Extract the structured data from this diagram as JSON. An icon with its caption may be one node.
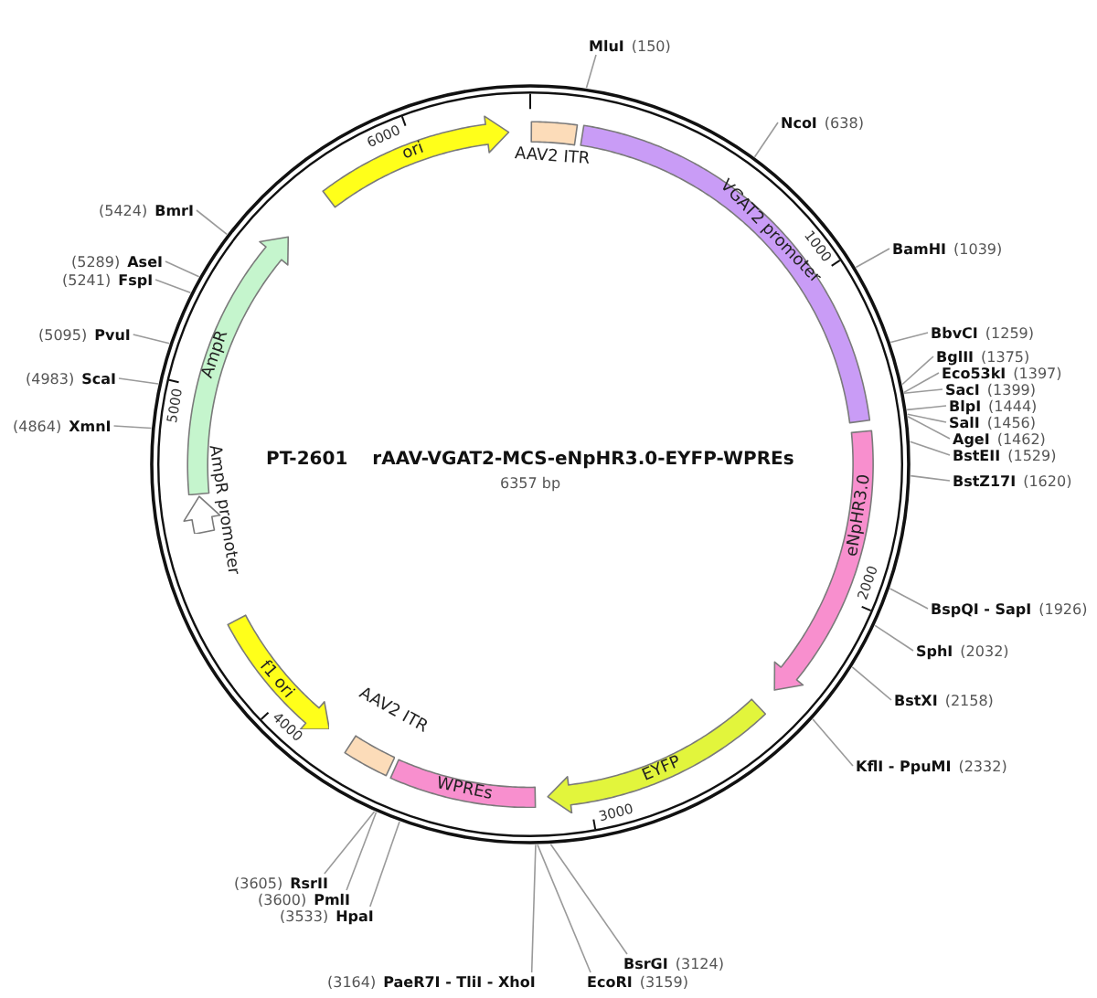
{
  "diagram": {
    "title": "PT-2601 rAAV-VGAT2-MCS-eNpHR3.0-EYFP-WPREs",
    "nodes": [
      {
        "text": [],
        "shape": "circle"
      },
      {
        "text": [
          "AAV2 ITR"
        ],
        "in": 0
      },
      {
        "text": [
          "VGAT2 promoter"
        ],
        "in": 0
      },
      {
        "text": [
          "eNpHR3.0"
        ],
        "in": 0
      },
      {
        "text": [
          "EYFP"
        ],
        "in": 0
      },
      {
        "text": [
          "WPREs"
        ],
        "in": 0
      },
      {
        "text": [
          "AAV2 ITR"
        ],
        "in": 0
      },
      {
        "text": [
          "f1 ori"
        ],
        "in": 0
      },
      {
        "text": [
          "AmpR promoter"
        ],
        "in": 0
      },
      {
        "text": [
          "AmpR"
        ],
        "in": 0
      },
      {
        "text": [
          "ori"
        ],
        "in": 0
      },
      {
        "text": [
          "MluI",
          "(150)"
        ]
      },
      {
        "text": [
          "NcoI",
          "(638)"
        ]
      },
      {
        "text": [
          "BamHI",
          "(1039)"
        ]
      },
      {
        "text": [
          "BbvCI",
          "(1259)"
        ]
      },
      {
        "text": [
          "BglII",
          "(1375)"
        ]
      },
      {
        "text": [
          "Eco53kI",
          "(1397)"
        ]
      },
      {
        "text": [
          "SacI",
          "(1399)"
        ]
      },
      {
        "text": [
          "BlpI",
          "(1444)"
        ]
      },
      {
        "text": [
          "SalI",
          "(1456)"
        ]
      },
      {
        "text": [
          "AgeI",
          "(1462)"
        ]
      },
      {
        "text": [
          "BstEII",
          "(1529)"
        ]
      },
      {
        "text": [
          "BstZ17I",
          "(1620)"
        ]
      },
      {
        "text": [
          "BspQI - SapI",
          "(1926)"
        ]
      },
      {
        "text": [
          "SphI",
          "(2032)"
        ]
      },
      {
        "text": [
          "BstXI",
          "(2158)"
        ]
      },
      {
        "text": [
          "KflI - PpuMI",
          "(2332)"
        ]
      },
      {
        "text": [
          "BsrGI",
          "(3124)"
        ]
      },
      {
        "text": [
          "EcoRI",
          "(3159)"
        ]
      },
      {
        "text": [
          "(3164)",
          "PaeR7I - TliI - XhoI"
        ]
      },
      {
        "text": [
          "(3533)",
          "HpaI"
        ]
      },
      {
        "text": [
          "(3600)",
          "PmlI"
        ]
      },
      {
        "text": [
          "(3605)",
          "RsrII"
        ]
      },
      {
        "text": [
          "(4864)",
          "XmnI"
        ]
      },
      {
        "text": [
          "(4983)",
          "ScaI"
        ]
      },
      {
        "text": [
          "(5095)",
          "PvuI"
        ]
      },
      {
        "text": [
          "(5241)",
          "FspI"
        ]
      },
      {
        "text": [
          "(5289)",
          "AseI"
        ]
      },
      {
        "text": [
          "(5424)",
          "BmrI"
        ]
      }
    ],
    "edges": [
      {
        "from": 11,
        "to": 0,
        "arrow": "none"
      },
      {
        "from": 12,
        "to": 0,
        "arrow": "none"
      },
      {
        "from": 13,
        "to": 0,
        "arrow": "none"
      },
      {
        "from": 14,
        "to": 0,
        "arrow": "none"
      },
      {
        "from": 15,
        "to": 0,
        "arrow": "none"
      },
      {
        "from": 16,
        "to": 0,
        "arrow": "none"
      },
      {
        "from": 17,
        "to": 0,
        "arrow": "none"
      },
      {
        "from": 18,
        "to": 0,
        "arrow": "none"
      },
      {
        "from": 19,
        "to": 0,
        "arrow": "none"
      },
      {
        "from": 20,
        "to": 0,
        "arrow": "none"
      },
      {
        "from": 21,
        "to": 0,
        "arrow": "none"
      },
      {
        "from": 22,
        "to": 0,
        "arrow": "none"
      },
      {
        "from": 23,
        "to": 0,
        "arrow": "none"
      },
      {
        "from": 24,
        "to": 0,
        "arrow": "none"
      },
      {
        "from": 25,
        "to": 0,
        "arrow": "none"
      },
      {
        "from": 26,
        "to": 0,
        "arrow": "none"
      },
      {
        "from": 27,
        "to": 0,
        "arrow": "none"
      },
      {
        "from": 28,
        "to": 0,
        "arrow": "none"
      },
      {
        "from": 29,
        "to": 0,
        "arrow": "none"
      },
      {
        "from": 30,
        "to": 0,
        "arrow": "none"
      },
      {
        "from": 31,
        "to": 0,
        "arrow": "none"
      },
      {
        "from": 32,
        "to": 0,
        "arrow": "none"
      },
      {
        "from": 33,
        "to": 0,
        "arrow": "none"
      },
      {
        "from": 34,
        "to": 0,
        "arrow": "none"
      },
      {
        "from": 35,
        "to": 0,
        "arrow": "none"
      },
      {
        "from": 36,
        "to": 0,
        "arrow": "none"
      },
      {
        "from": 37,
        "to": 0,
        "arrow": "none"
      },
      {
        "from": 38,
        "to": 0,
        "arrow": "none"
      }
    ],
    "labels": [
      "6357 bp",
      "1000",
      "2000",
      "3000",
      "4000",
      "5000",
      "6000"
    ]
  }
}
